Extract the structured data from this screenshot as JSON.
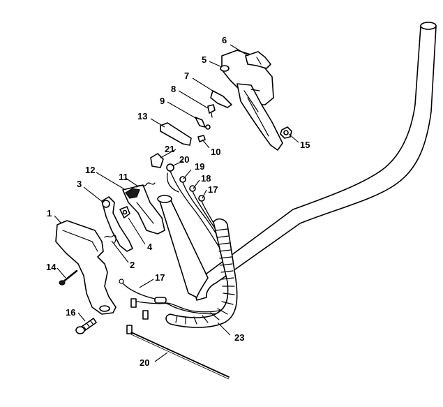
{
  "callouts": [
    {
      "id": "c1",
      "label": "1"
    },
    {
      "id": "c2",
      "label": "2"
    },
    {
      "id": "c3",
      "label": "3"
    },
    {
      "id": "c4",
      "label": "4"
    },
    {
      "id": "c5",
      "label": "5"
    },
    {
      "id": "c6",
      "label": "6"
    },
    {
      "id": "c7",
      "label": "7"
    },
    {
      "id": "c8",
      "label": "8"
    },
    {
      "id": "c9",
      "label": "9"
    },
    {
      "id": "c10",
      "label": "10"
    },
    {
      "id": "c11",
      "label": "11"
    },
    {
      "id": "c12",
      "label": "12"
    },
    {
      "id": "c13",
      "label": "13"
    },
    {
      "id": "c14",
      "label": "14"
    },
    {
      "id": "c15",
      "label": "15"
    },
    {
      "id": "c16",
      "label": "16"
    },
    {
      "id": "c17a",
      "label": "17"
    },
    {
      "id": "c17b",
      "label": "17"
    },
    {
      "id": "c18",
      "label": "18"
    },
    {
      "id": "c19",
      "label": "19"
    },
    {
      "id": "c20",
      "label": "20"
    },
    {
      "id": "c21",
      "label": "21"
    },
    {
      "id": "c22",
      "label": "22"
    },
    {
      "id": "c23",
      "label": "23"
    }
  ]
}
